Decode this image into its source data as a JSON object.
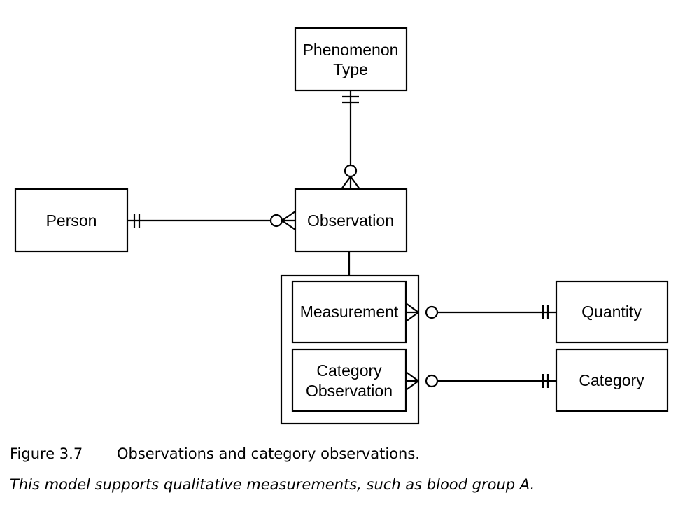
{
  "entities": {
    "phenomenon_type": {
      "line1": "Phenomenon",
      "line2": "Type"
    },
    "person": {
      "label": "Person"
    },
    "observation": {
      "label": "Observation"
    },
    "measurement": {
      "label": "Measurement"
    },
    "category_observation": {
      "line1": "Category",
      "line2": "Observation"
    },
    "quantity": {
      "label": "Quantity"
    },
    "category": {
      "label": "Category"
    }
  },
  "caption": {
    "number": "Figure 3.7",
    "title": "Observations and category observations.",
    "note": "This model supports qualitative measurements, such as blood group A."
  }
}
